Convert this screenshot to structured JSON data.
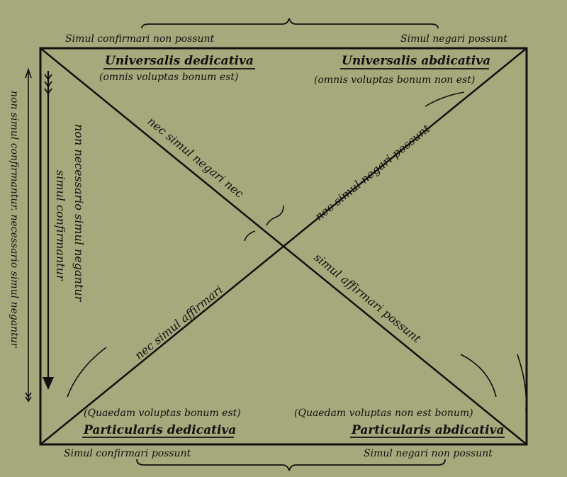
{
  "corners": {
    "top_left": {
      "title": "Universalis dedicativa",
      "example": "(omnis voluptas bonum est)"
    },
    "top_right": {
      "title": "Universalis abdicativa",
      "example": "(omnis voluptas bonum non est)"
    },
    "bottom_left": {
      "title": "Particularis dedicativa",
      "example": "(Quaedam voluptas bonum est)"
    },
    "bottom_right": {
      "title": "Particularis abdicativa",
      "example": "(Quaedam voluptas non est bonum)"
    }
  },
  "edges": {
    "top_left": "Simul confirmari non possunt",
    "top_right": "Simul negari possunt",
    "bottom_left": "Simul confirmari possunt",
    "bottom_right": "Simul negari non possunt",
    "left_outer": "non simul confirmantur. necessario simul negantur",
    "left_inner_1": "non necessario simul negantur",
    "left_inner_2": "simul confirmantur"
  },
  "diagonals": {
    "upper_left": "nec simul negari nec",
    "lower_left": "nec simul affirmari",
    "upper_right": "nec simul negari possunt",
    "lower_right": "simul affirmari possunt"
  },
  "colors": {
    "background": "#a5a97b",
    "ink": "#111111"
  }
}
